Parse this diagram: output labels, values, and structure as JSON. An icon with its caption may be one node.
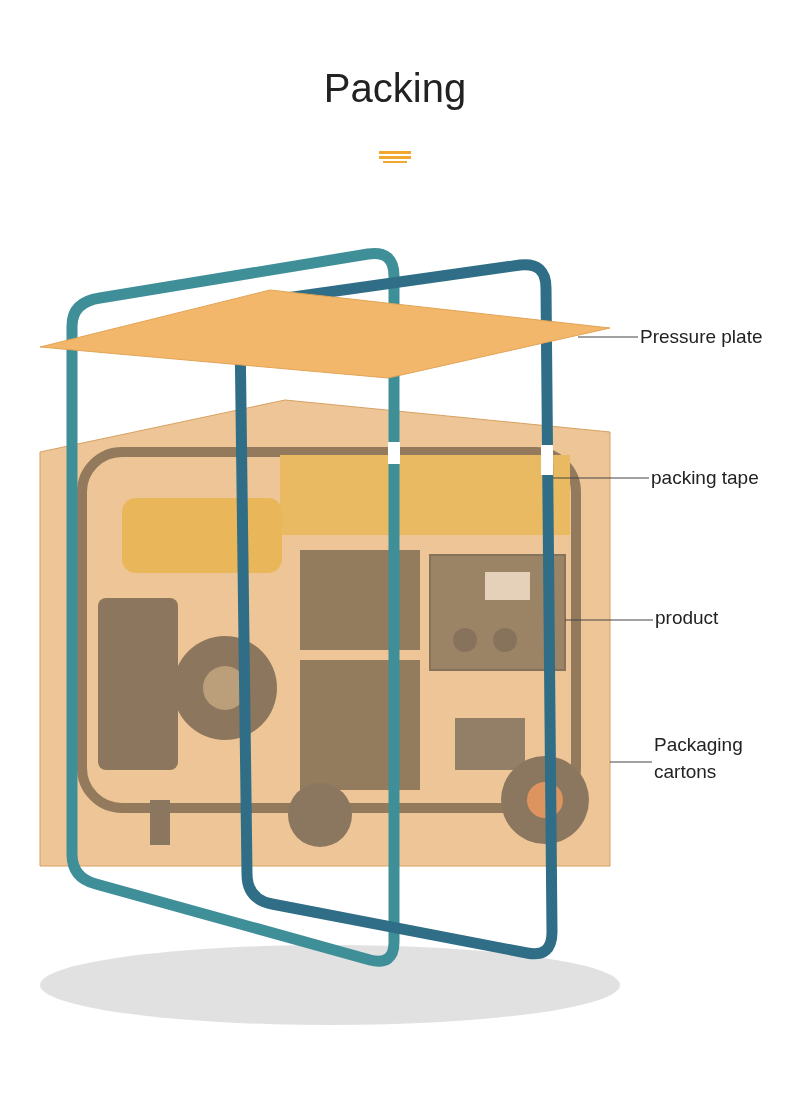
{
  "diagram": {
    "title": "Packing",
    "nodes": [
      {
        "text": [
          "Pressure plate"
        ]
      },
      {
        "text": [
          "packing tape"
        ]
      },
      {
        "text": [
          "product"
        ]
      },
      {
        "text": [
          "Packaging cartons"
        ]
      },
      {
        "text": [],
        "shape": "box"
      },
      {
        "text": [],
        "shape": "bar"
      },
      {
        "text": [],
        "shape": "picture",
        "in": 7
      },
      {
        "text": [],
        "shape": "box"
      }
    ],
    "edges": [
      {
        "from": 0,
        "to": 4,
        "arrow": "none"
      },
      {
        "from": 1,
        "to": 5,
        "arrow": "none"
      },
      {
        "from": 2,
        "to": 6,
        "arrow": "none"
      },
      {
        "from": 3,
        "to": 7,
        "arrow": "none"
      }
    ]
  }
}
